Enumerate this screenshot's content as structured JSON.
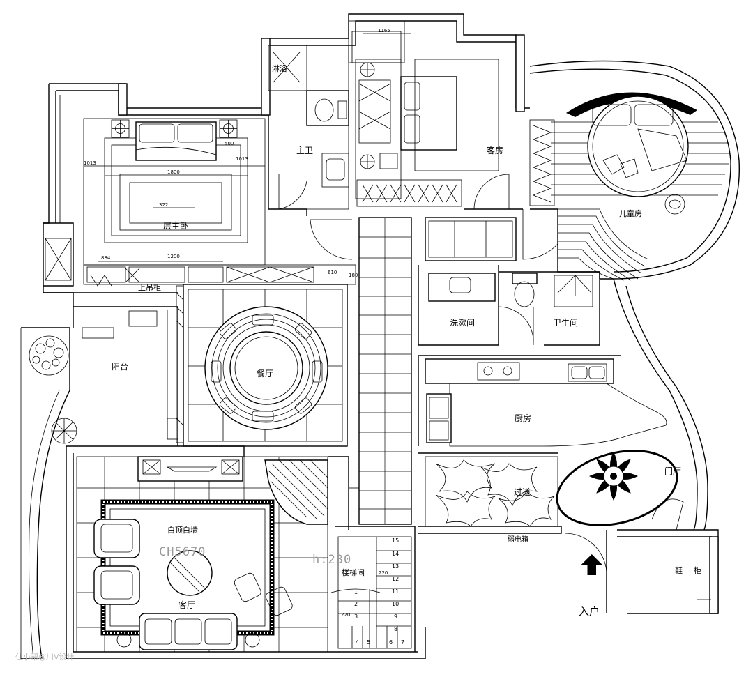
{
  "rooms": {
    "master_bedroom": "层主卧",
    "master_bath": "主卫",
    "shower": "淋浴",
    "guest_room": "客房",
    "kids_room": "儿童房",
    "balcony": "阳台",
    "dining": "餐厅",
    "wash_room": "洗漱间",
    "toilet": "卫生间",
    "kitchen": "厨房",
    "vestibule": "门厅",
    "corridor": "过道",
    "stairwell": "楼梯间",
    "living": "客厅",
    "upper_cabinet": "上吊柜",
    "elevator_box": "弱电箱",
    "shoe_cabinet_1": "鞋",
    "shoe_cabinet_2": "柜",
    "entrance": "入户",
    "ceiling_wall": "白顶白墙"
  },
  "codes": {
    "paint_code": "CH5670",
    "height": "h:230"
  },
  "dimensions": {
    "d1165": "1165",
    "d1013a": "1013",
    "d1013b": "1013",
    "d1800": "1800",
    "d500": "500",
    "d322": "322",
    "d884": "884",
    "d1200": "1200",
    "d610": "610",
    "d180": "180",
    "d220a": "220",
    "d220b": "220"
  },
  "stairs": {
    "right_steps": [
      "15",
      "14",
      "13",
      "12",
      "11",
      "10",
      "9",
      "8"
    ],
    "left_steps": [
      "1",
      "2",
      "3"
    ],
    "bottom_steps": [
      "4",
      "5",
      "6",
      "7"
    ]
  },
  "watermark": "住小帮@川V设计",
  "colors": {
    "line": "#000000",
    "background": "#ffffff",
    "text_faint": "#999999"
  }
}
